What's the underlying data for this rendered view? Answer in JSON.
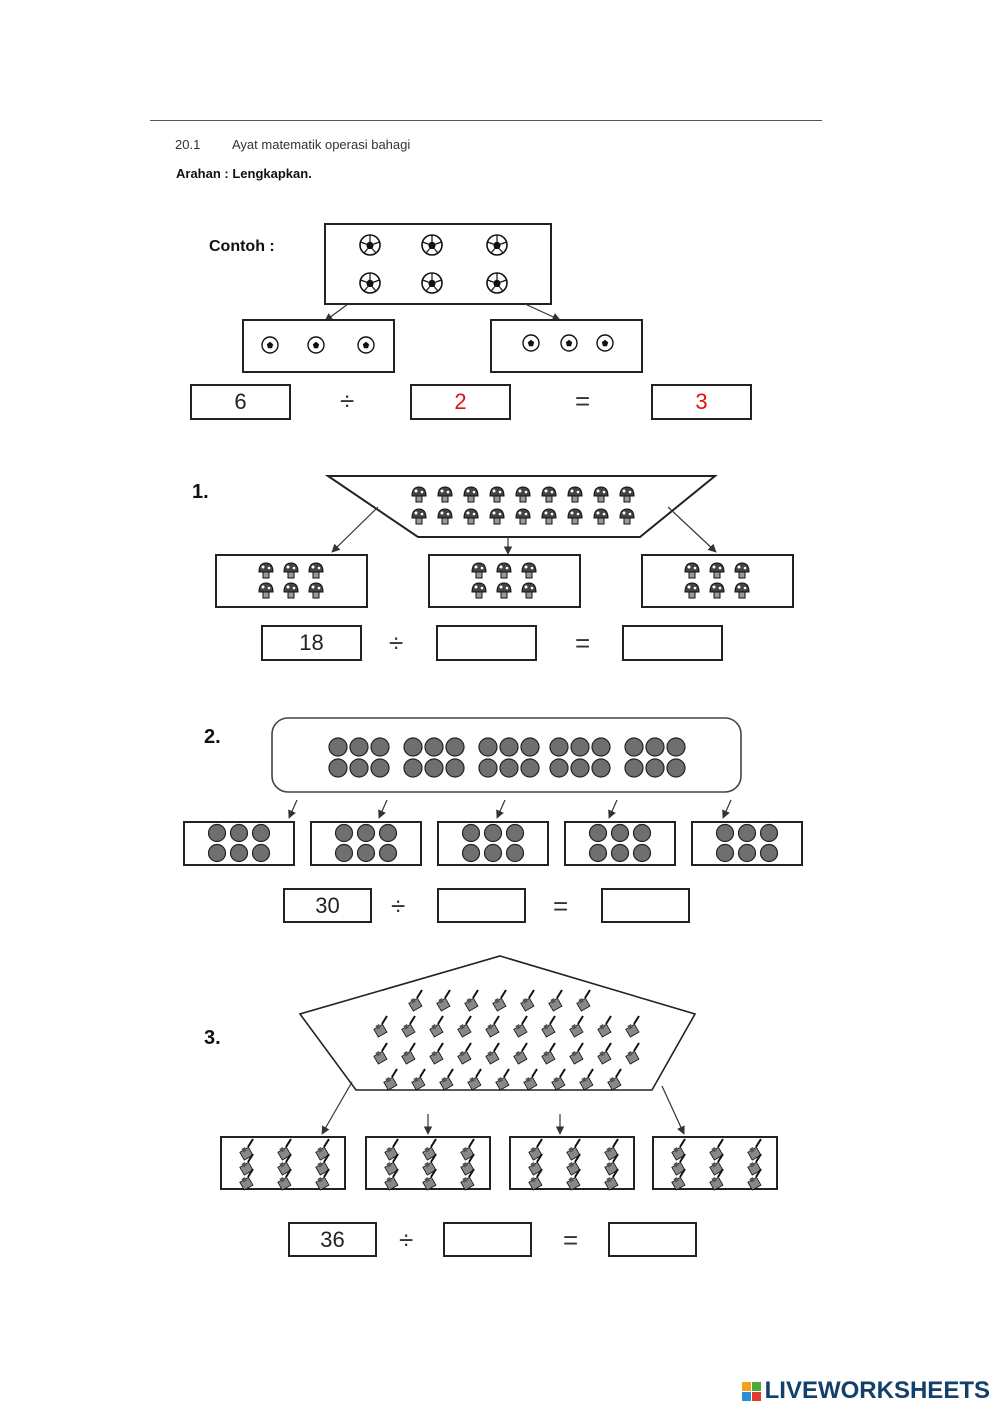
{
  "header": {
    "section_number": "20.1",
    "section_title": "Ayat matematik operasi bahagi",
    "instruction": "Arahan : Lengkapkan."
  },
  "example": {
    "label": "Contoh :",
    "dividend": "6",
    "divisor": "2",
    "quotient": "3",
    "divide_symbol": "÷",
    "equals_symbol": "="
  },
  "questions": [
    {
      "number": "1.",
      "dividend": "18",
      "divisor": "",
      "quotient": "",
      "groups": 3,
      "per_group": 6,
      "item_icon": "mushroom-icon"
    },
    {
      "number": "2.",
      "dividend": "30",
      "divisor": "",
      "quotient": "",
      "groups": 5,
      "per_group": 6,
      "item_icon": "circle-icon"
    },
    {
      "number": "3.",
      "dividend": "36",
      "divisor": "",
      "quotient": "",
      "groups": 4,
      "per_group": 9,
      "item_icon": "paintbrush-icon"
    }
  ],
  "symbols": {
    "divide": "÷",
    "equals": "="
  },
  "footer": {
    "brand": "LIVEWORKSHEETS",
    "logo_letters": "LWS"
  },
  "colors": {
    "answer_red": "#e01010",
    "brand_blue": "#12406a"
  }
}
